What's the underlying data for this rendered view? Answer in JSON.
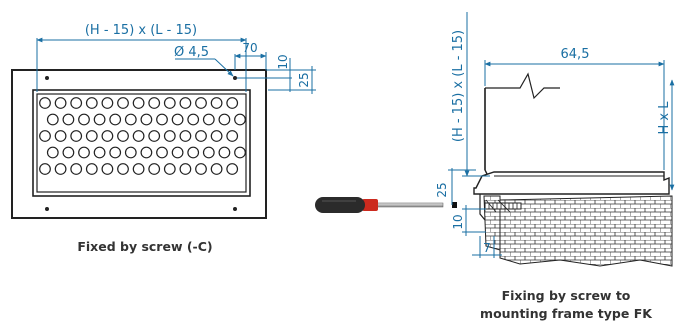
{
  "left_drawing": {
    "dim_top": "(H - 15) x (L - 15)",
    "dim_hole": "Ø 4,5",
    "dim_70": "70",
    "dim_10": "10",
    "dim_25": "25",
    "caption": "Fixed by screw (-C)",
    "holes_per_row": [
      13,
      13,
      13,
      13,
      13
    ]
  },
  "right_drawing": {
    "dim_top": "64,5",
    "dim_left": "(H - 15) x (L - 15)",
    "dim_right": "H x L",
    "dim_25": "25",
    "dim_10": "10",
    "dim_7": "7",
    "caption_line1": "Fixing by screw to",
    "caption_line2": "mounting frame type FK"
  },
  "colors": {
    "dimension": "#1a6fa3",
    "outline": "#222222",
    "screwdriver_handle": "#2b2b2b",
    "screwdriver_ring": "#cc2a1e"
  }
}
